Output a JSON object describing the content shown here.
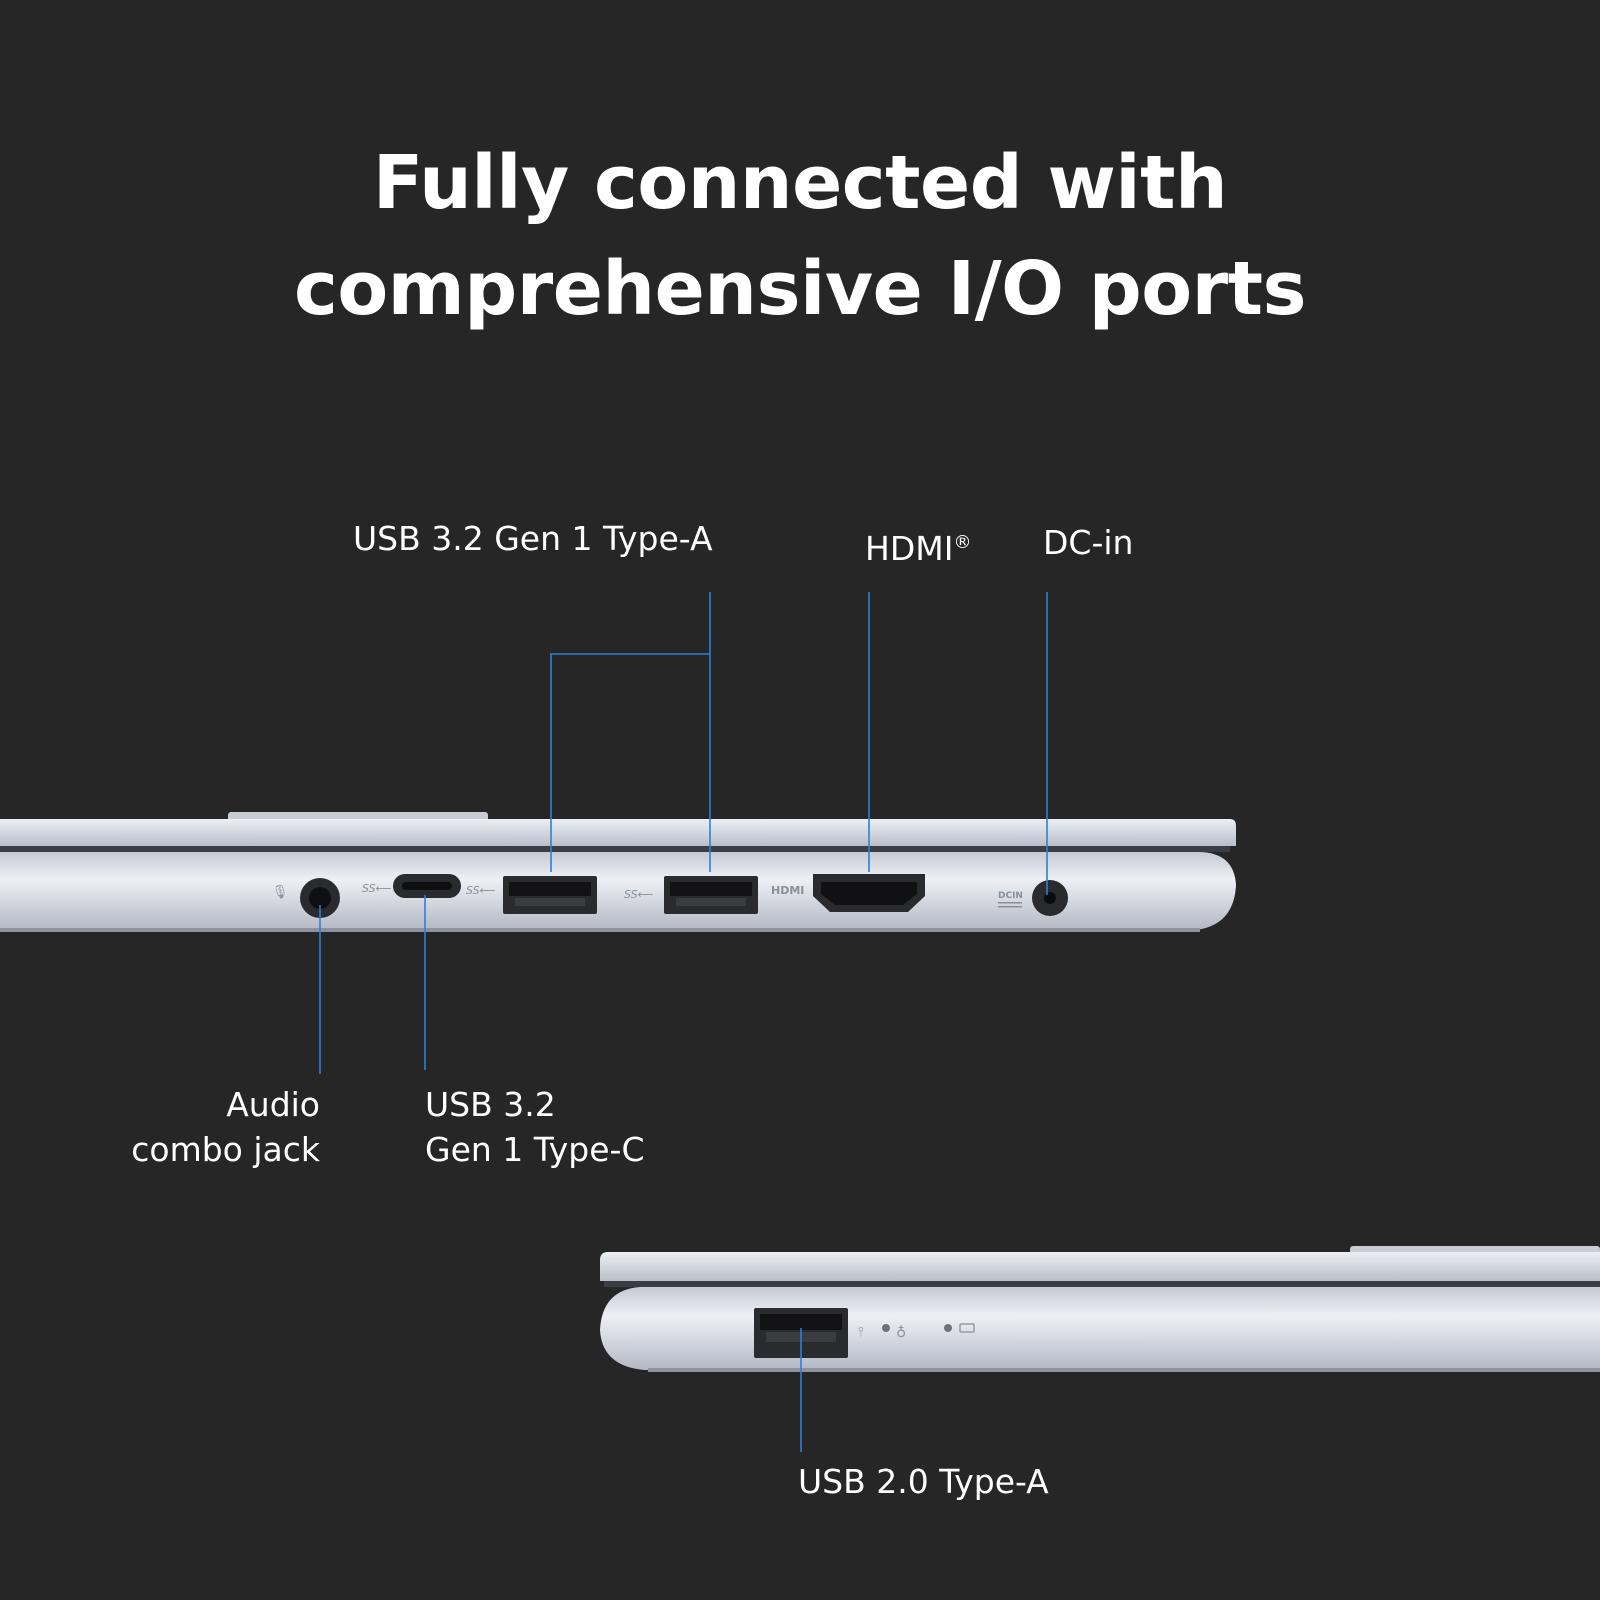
{
  "headline": {
    "line1": "Fully connected with",
    "line2": "comprehensive I/O ports"
  },
  "left_side": {
    "ports": {
      "usb32_type_a": "USB 3.2 Gen 1 Type-A",
      "hdmi": "HDMI",
      "hdmi_mark": "®",
      "dc_in": "DC-in",
      "audio_line1": "Audio",
      "audio_line2": "combo jack",
      "usb32_type_c_line1": "USB 3.2",
      "usb32_type_c_line2": "Gen 1 Type-C"
    },
    "engraved": {
      "hdmi": "HDMI",
      "dcin": "DCIN"
    }
  },
  "right_side": {
    "ports": {
      "usb20_type_a": "USB 2.0 Type-A"
    }
  },
  "colors": {
    "background": "#262626",
    "callout_line": "#2f7fd8",
    "chassis": "#d9dde6"
  }
}
